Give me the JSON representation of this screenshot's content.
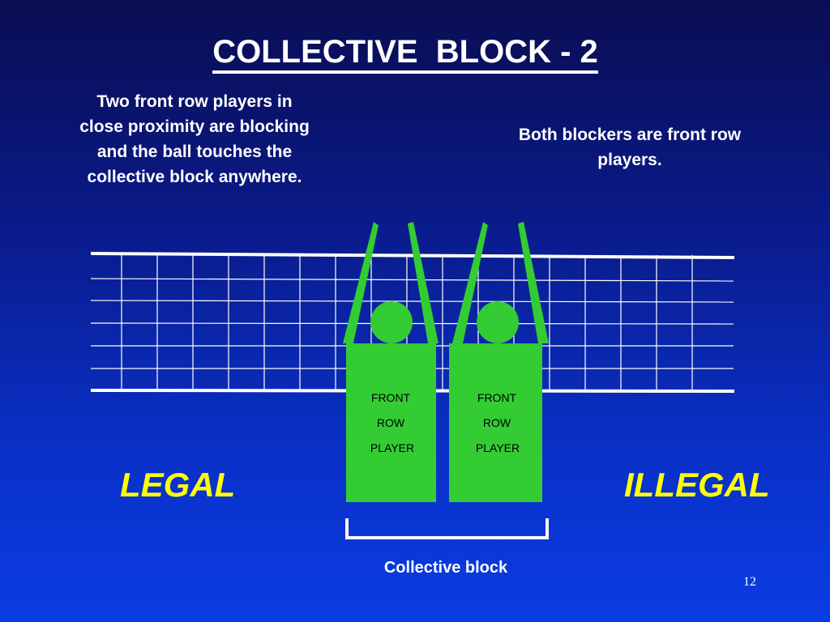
{
  "title": "COLLECTIVE  BLOCK - 2",
  "left_description": "Two front row players in close proximity are blocking and the ball touches the collective block anywhere.",
  "right_description": "Both blockers are front row players.",
  "player_left": {
    "line1": "FRONT",
    "line2": "ROW",
    "line3": "PLAYER"
  },
  "player_right": {
    "line1": "FRONT",
    "line2": "ROW",
    "line3": "PLAYER"
  },
  "legal_label": "LEGAL",
  "illegal_label": "ILLEGAL",
  "collective_label": "Collective block",
  "page_number": "12",
  "colors": {
    "background": "#0a2fc4",
    "player": "#33cc33",
    "verdict": "#ffff00",
    "text": "#ffffff"
  }
}
